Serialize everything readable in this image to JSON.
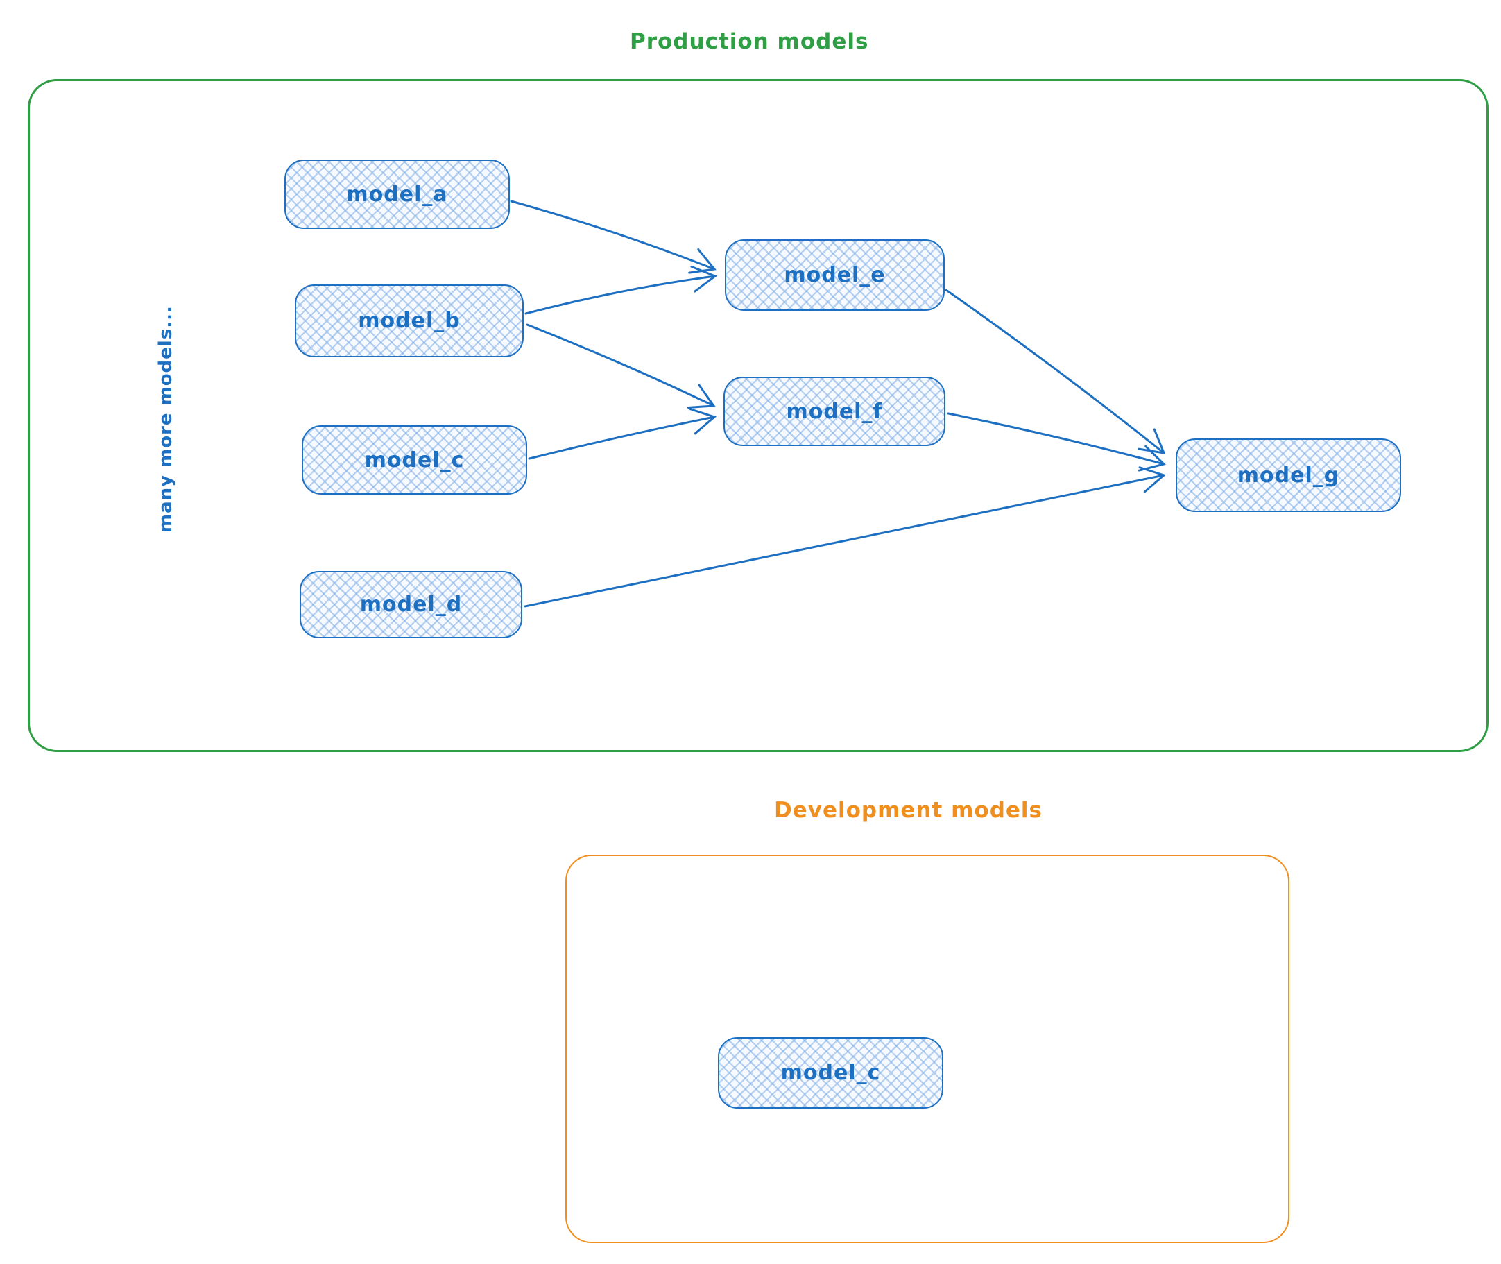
{
  "diagram": {
    "production": {
      "title": "Production models",
      "side_note": "many more models...",
      "nodes": [
        {
          "id": "model_a",
          "label": "model_a"
        },
        {
          "id": "model_b",
          "label": "model_b"
        },
        {
          "id": "model_c",
          "label": "model_c"
        },
        {
          "id": "model_d",
          "label": "model_d"
        },
        {
          "id": "model_e",
          "label": "model_e"
        },
        {
          "id": "model_f",
          "label": "model_f"
        },
        {
          "id": "model_g",
          "label": "model_g"
        }
      ],
      "edges": [
        {
          "from": "model_a",
          "to": "model_e"
        },
        {
          "from": "model_b",
          "to": "model_e"
        },
        {
          "from": "model_b",
          "to": "model_f"
        },
        {
          "from": "model_c",
          "to": "model_f"
        },
        {
          "from": "model_e",
          "to": "model_g"
        },
        {
          "from": "model_f",
          "to": "model_g"
        },
        {
          "from": "model_d",
          "to": "model_g"
        }
      ]
    },
    "development": {
      "title": "Development models",
      "nodes": [
        {
          "id": "model_c",
          "label": "model_c"
        }
      ]
    },
    "colors": {
      "production_border": "#2f9e44",
      "development_border": "#ee8f1f",
      "node_stroke": "#1d6fc1",
      "node_fill_hatch": "#a9cdf0",
      "background": "#ffffff"
    }
  }
}
